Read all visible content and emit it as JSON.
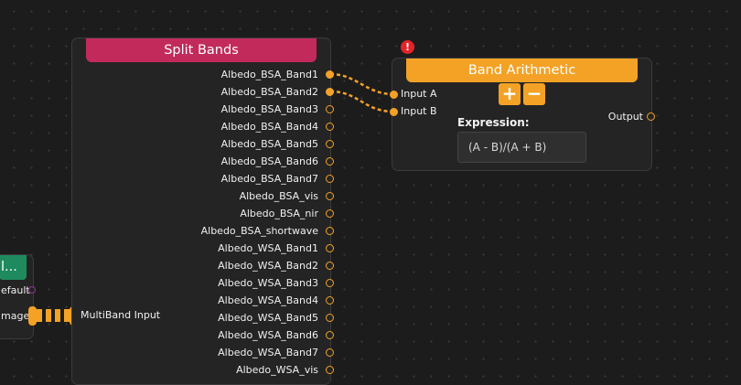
{
  "split_node": {
    "title": "Split Bands",
    "outputs": [
      "Albedo_BSA_Band1",
      "Albedo_BSA_Band2",
      "Albedo_BSA_Band3",
      "Albedo_BSA_Band4",
      "Albedo_BSA_Band5",
      "Albedo_BSA_Band6",
      "Albedo_BSA_Band7",
      "Albedo_BSA_vis",
      "Albedo_BSA_nir",
      "Albedo_BSA_shortwave",
      "Albedo_WSA_Band1",
      "Albedo_WSA_Band2",
      "Albedo_WSA_Band3",
      "Albedo_WSA_Band4",
      "Albedo_WSA_Band5",
      "Albedo_WSA_Band6",
      "Albedo_WSA_Band7",
      "Albedo_WSA_vis"
    ],
    "input_label": "MultiBand Input"
  },
  "arith_node": {
    "title": "Band Arithmetic",
    "add_label": "+",
    "remove_label": "−",
    "inputs": [
      "Input A",
      "Input B"
    ],
    "output_label": "Output",
    "expression_label": "Expression:",
    "expression_value": "(A - B)/(A + B)",
    "error_badge": "!"
  },
  "left_node": {
    "title_partial": "l...",
    "row1": "efault",
    "row2": "mage"
  },
  "colors": {
    "split_header": "#c22a5c",
    "arith_header": "#f3a226",
    "left_header": "#1e8a5e",
    "port": "#f3a226",
    "error": "#e3242b"
  }
}
